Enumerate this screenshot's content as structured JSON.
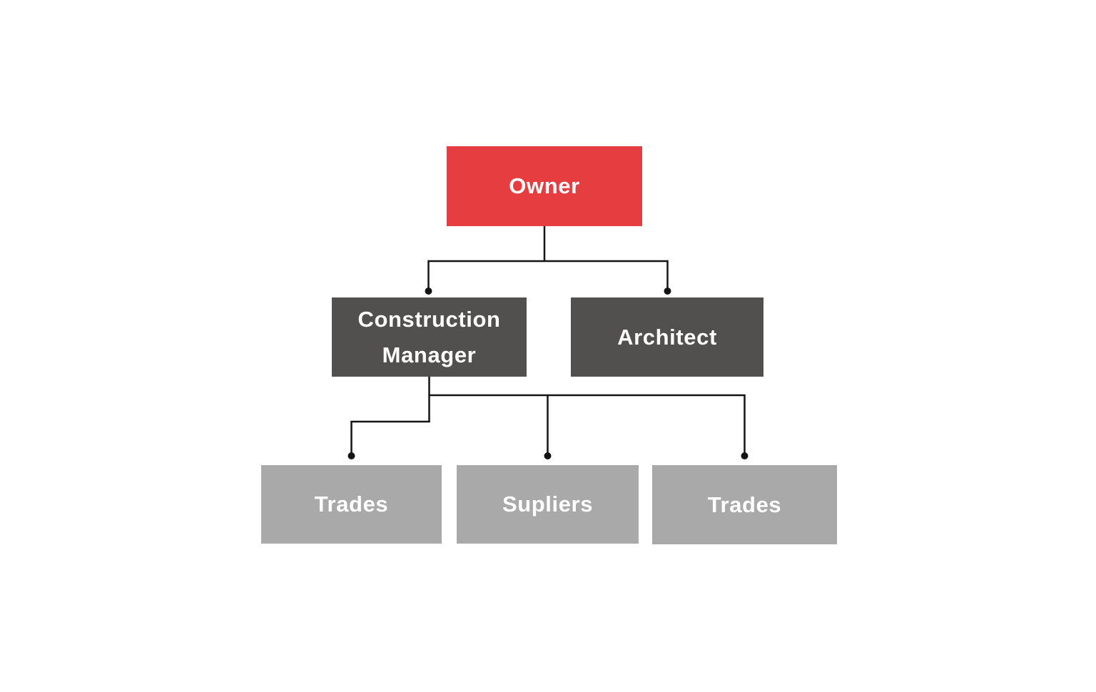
{
  "diagram": {
    "type": "org-chart",
    "nodes": {
      "owner": {
        "label": "Owner",
        "level": 1
      },
      "construction_manager": {
        "label": "Construction Manager",
        "level": 2
      },
      "architect": {
        "label": "Architect",
        "level": 2
      },
      "trades_left": {
        "label": "Trades",
        "level": 3
      },
      "supliers": {
        "label": "Supliers",
        "level": 3
      },
      "trades_right": {
        "label": "Trades",
        "level": 3
      }
    },
    "edges": [
      {
        "from": "owner",
        "to": "construction_manager"
      },
      {
        "from": "owner",
        "to": "architect"
      },
      {
        "from": "construction_manager",
        "to": "trades_left"
      },
      {
        "from": "construction_manager",
        "to": "supliers"
      },
      {
        "from": "construction_manager",
        "to": "trades_right"
      }
    ],
    "colors": {
      "level1": "#e63e40",
      "level2": "#524f4f",
      "level3": "#a9a9a9",
      "connector": "#141414",
      "label_text": "#ffffff"
    }
  }
}
